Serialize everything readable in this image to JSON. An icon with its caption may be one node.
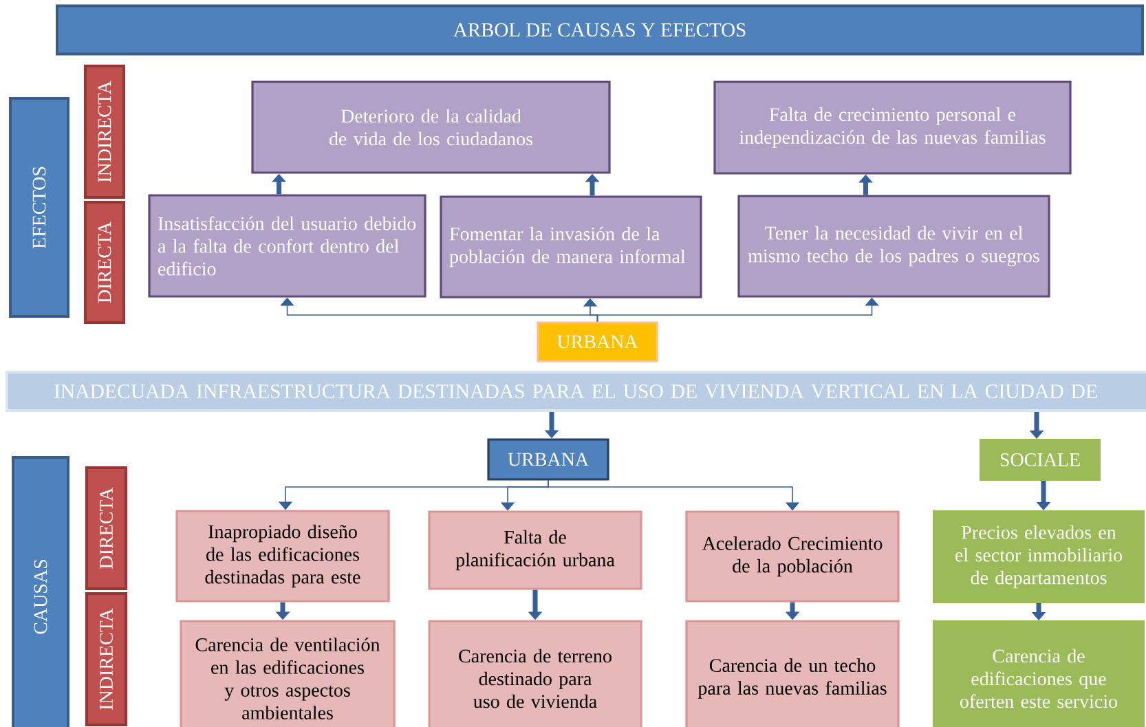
{
  "diagram": {
    "title": "ARBOL DE CAUSAS Y EFECTOS",
    "nodes": [
      {
        "text": [
          "EFECTOS"
        ]
      },
      {
        "text": [
          "INDIRECTA"
        ]
      },
      {
        "text": [
          "DIRECTA"
        ]
      },
      {
        "text": [
          "Deterioro de la calidad de vida de los ciudadanos"
        ]
      },
      {
        "text": [
          "Falta de crecimiento personal e independización de las nuevas familias"
        ]
      },
      {
        "text": [
          "Insatisfacción del usuario debido a la falta de confort dentro del edificio"
        ]
      },
      {
        "text": [
          "Fomentar la invasión de la población de manera informal"
        ]
      },
      {
        "text": [
          "Tener la necesidad de vivir en el mismo techo de los padres o suegros"
        ]
      },
      {
        "text": [
          "URBANA"
        ]
      },
      {
        "text": [
          "INADECUADA  INFRAESTRUCTURA DESTINADAS PARA EL USO DE VIVIENDA VERTICAL EN LA CIUDAD DE"
        ]
      },
      {
        "text": [
          "URBANA"
        ]
      },
      {
        "text": [
          "SOCIALE"
        ]
      },
      {
        "text": [
          "CAUSAS"
        ]
      },
      {
        "text": [
          "DIRECTA"
        ]
      },
      {
        "text": [
          "INDIRECTA"
        ]
      },
      {
        "text": [
          "Inapropiado diseño de las edificaciones destinadas para este"
        ]
      },
      {
        "text": [
          "Falta de planificación urbana"
        ]
      },
      {
        "text": [
          "Acelerado Crecimiento de la población"
        ]
      },
      {
        "text": [
          "Precios elevados en el sector inmobiliario de departamentos"
        ]
      },
      {
        "text": [
          "Carencia de ventilación en las edificaciones y otros aspectos ambientales"
        ]
      },
      {
        "text": [
          "Carencia de terreno destinado para uso de vivienda"
        ]
      },
      {
        "text": [
          "Carencia de un techo para las nuevas familias"
        ]
      },
      {
        "text": [
          "Carencia de edificaciones que oferten este servicio"
        ]
      }
    ],
    "edges": [
      {
        "from": 5,
        "to": 3,
        "arrow": "to"
      },
      {
        "from": 6,
        "to": 3,
        "arrow": "to"
      },
      {
        "from": 7,
        "to": 4,
        "arrow": "to"
      },
      {
        "from": 8,
        "to": 5,
        "arrow": "to"
      },
      {
        "from": 8,
        "to": 6,
        "arrow": "to"
      },
      {
        "from": 8,
        "to": 7,
        "arrow": "to"
      },
      {
        "from": 9,
        "to": 10,
        "arrow": "to"
      },
      {
        "from": 9,
        "to": 11,
        "arrow": "to"
      },
      {
        "from": 10,
        "to": 15,
        "arrow": "to"
      },
      {
        "from": 10,
        "to": 16,
        "arrow": "to"
      },
      {
        "from": 10,
        "to": 17,
        "arrow": "to"
      },
      {
        "from": 11,
        "to": 18,
        "arrow": "to"
      },
      {
        "from": 15,
        "to": 19,
        "arrow": "to"
      },
      {
        "from": 16,
        "to": 20,
        "arrow": "to"
      },
      {
        "from": 17,
        "to": 21,
        "arrow": "to"
      },
      {
        "from": 18,
        "to": 22,
        "arrow": "to"
      }
    ]
  }
}
